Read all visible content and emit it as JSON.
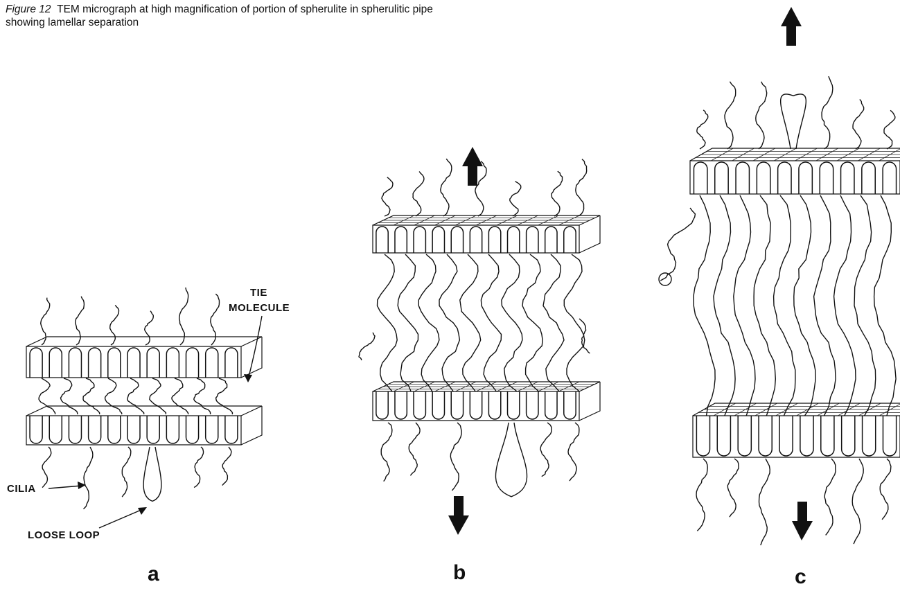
{
  "caption": {
    "figure_label": "Figure 12",
    "text": "TEM micrograph at high magnification of portion of spherulite in spherulitic pipe showing lamellar separation"
  },
  "labels": {
    "tie_molecule_line1": "TIE",
    "tie_molecule_line2": "MOLECULE",
    "cilia": "CILIA",
    "loose_loop": "LOOSE LOOP"
  },
  "panels": {
    "a": "a",
    "b": "b",
    "c": "c"
  }
}
